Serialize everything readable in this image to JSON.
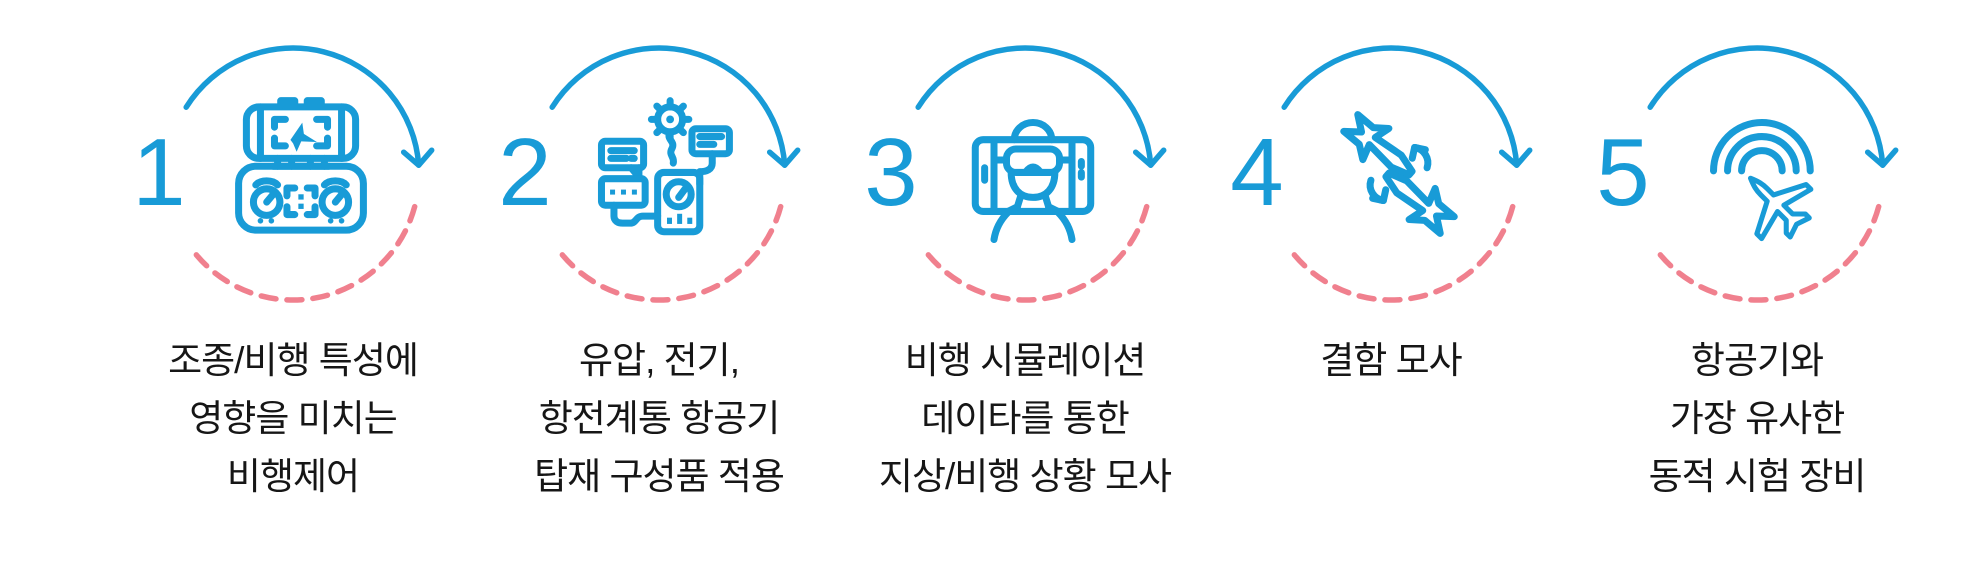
{
  "colors": {
    "accent_blue": "#189bd7",
    "dash_pink": "#f0808e",
    "text": "#161616"
  },
  "steps": [
    {
      "number": "1",
      "icon": "ground-control-station-icon",
      "lines": [
        "조종/비행 특성에",
        "영향을 미치는",
        "비행제어"
      ]
    },
    {
      "number": "2",
      "icon": "aircraft-components-icon",
      "lines": [
        "유압, 전기,",
        "항전계통 항공기",
        "탑재 구성품 적용"
      ]
    },
    {
      "number": "3",
      "icon": "flight-simulator-vr-icon",
      "lines": [
        "비행 시뮬레이션",
        "데이타를 통한",
        "지상/비행 상황 모사"
      ]
    },
    {
      "number": "4",
      "icon": "fault-simulation-icon",
      "lines": [
        "결함 모사"
      ]
    },
    {
      "number": "5",
      "icon": "dynamic-test-equipment-icon",
      "lines": [
        "항공기와",
        "가장 유사한",
        "동적 시험 장비"
      ]
    }
  ]
}
